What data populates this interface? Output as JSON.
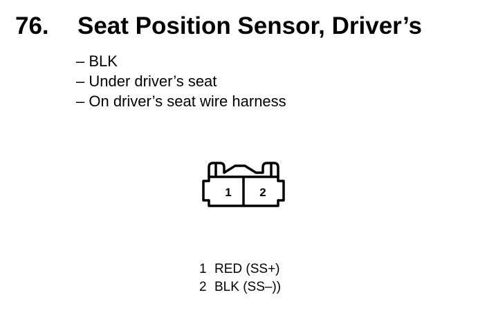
{
  "heading": {
    "number": "76.",
    "title": "Seat Position Sensor, Driver’s"
  },
  "details": [
    "BLK",
    "Under driver’s seat",
    "On driver’s seat wire harness"
  ],
  "connector": {
    "terminals": [
      "1",
      "2"
    ]
  },
  "pins": [
    {
      "number": "1",
      "label": "RED (SS+)"
    },
    {
      "number": "2",
      "label": "BLK (SS–))"
    }
  ]
}
